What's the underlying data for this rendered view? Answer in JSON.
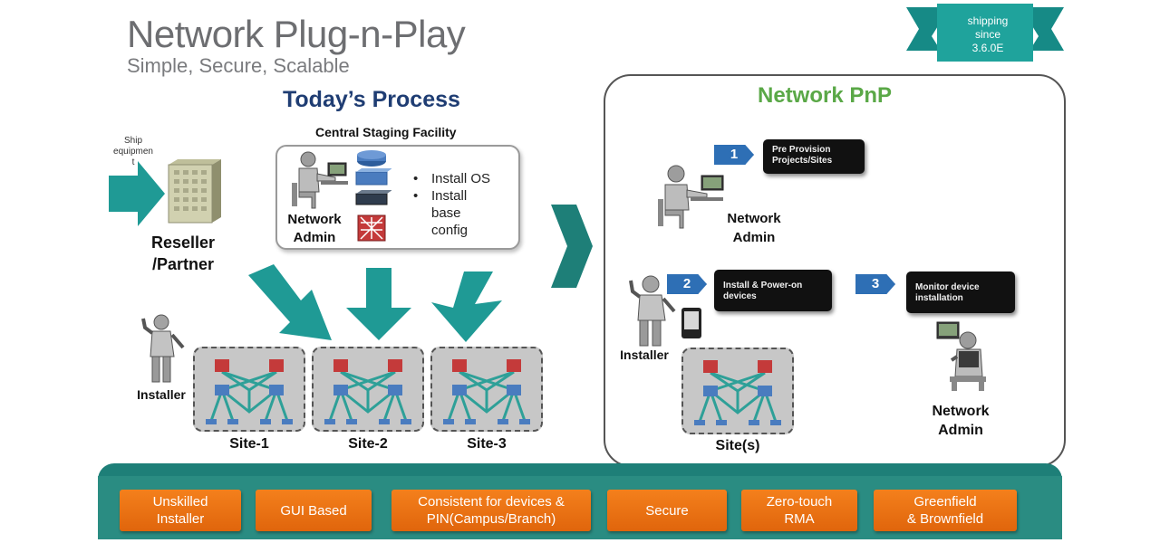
{
  "header": {
    "title": "Network Plug-n-Play",
    "subtitle": "Simple, Secure, Scalable",
    "ribbon": [
      "shipping",
      "since",
      "3.6.0E"
    ]
  },
  "today": {
    "heading": "Today’s Process",
    "ship_label": [
      "Ship",
      "equipmen",
      "t"
    ],
    "reseller_label": [
      "Reseller",
      "/Partner"
    ],
    "staging_title": "Central Staging Facility",
    "network_admin": [
      "Network",
      "Admin"
    ],
    "bullets": [
      "Install OS",
      "Install",
      "base",
      "config"
    ],
    "installer": "Installer",
    "sites": [
      "Site-1",
      "Site-2",
      "Site-3"
    ]
  },
  "pnp": {
    "heading": "Network PnP",
    "steps": [
      {
        "num": "1",
        "text": [
          "Pre Provision",
          "Projects/Sites"
        ]
      },
      {
        "num": "2",
        "text": [
          "Install & Power-on",
          "devices"
        ]
      },
      {
        "num": "3",
        "text": [
          "Monitor device",
          "installation"
        ]
      }
    ],
    "network_admin_top": [
      "Network",
      "Admin"
    ],
    "installer": "Installer",
    "sites": "Site(s)",
    "network_admin_bottom": [
      "Network",
      "Admin"
    ]
  },
  "features": [
    [
      "Unskilled",
      "Installer"
    ],
    [
      "GUI  Based"
    ],
    [
      "Consistent for devices &",
      "PIN(Campus/Branch)"
    ],
    [
      "Secure"
    ],
    [
      "Zero-touch",
      "RMA"
    ],
    [
      "Greenfield",
      "& Brownfield"
    ]
  ],
  "colors": {
    "teal": "#1e7f78",
    "arrow_teal": "#1f9a95",
    "orange": "#f4801c",
    "step_blue": "#2e6fb5",
    "pnp_green": "#5aa847",
    "today_blue": "#1f3d73"
  },
  "icons": [
    "building-icon",
    "person-at-desk-icon",
    "router-icon",
    "switch-icon",
    "firewall-icon",
    "installer-person-icon",
    "handheld-device-icon",
    "network-topology-icon"
  ]
}
